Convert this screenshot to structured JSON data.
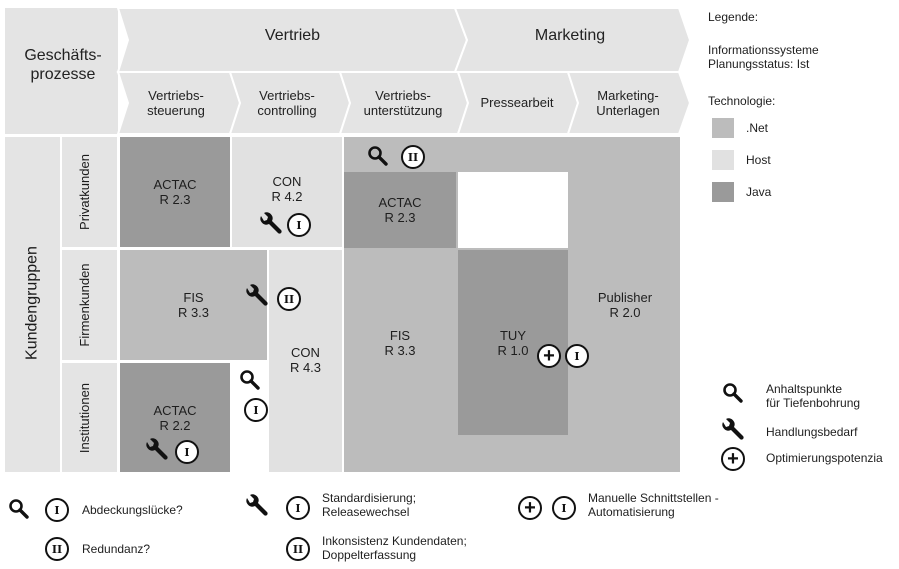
{
  "header": {
    "corner": "Geschäfts-\nprozesse",
    "group_vertrieb": "Vertrieb",
    "group_marketing": "Marketing",
    "processes": [
      "Vertriebs-\nsteuerung",
      "Vertriebs-\ncontrolling",
      "Vertriebs-\nunterstützung",
      "Pressearbeit",
      "Marketing-\nUnterlagen"
    ]
  },
  "rows": {
    "group": "Kundengruppen",
    "labels": [
      "Privatkunden",
      "Firmenkunden",
      "Institutionen"
    ]
  },
  "cells": {
    "actac_23_a": "ACTAC\nR 2.3",
    "con_42": "CON\nR 4.2",
    "actac_23_b": "ACTAC\nR 2.3",
    "fis_33_a": "FIS\nR 3.3",
    "con_43": "CON\nR 4.3",
    "fis_33_b": "FIS\nR 3.3",
    "tuy_10": "TUY\nR 1.0",
    "publisher_20": "Publisher\nR 2.0",
    "actac_22": "ACTAC\nR 2.2"
  },
  "markers": {
    "one": "I",
    "two": "II",
    "plus": "+"
  },
  "legend": {
    "title": "Legende:",
    "subtitle": "Informationssysteme\nPlanungsstatus: Ist",
    "technology_title": "Technologie:",
    "technologies": [
      ".Net",
      "Host",
      "Java"
    ],
    "colors": {
      "net": "#bcbcbc",
      "host": "#e1e1e1",
      "java": "#9a9a9a"
    },
    "icons": [
      {
        "icon": "magnifier-icon",
        "label": "Anhaltspunkte\nfür Tiefenbohrung"
      },
      {
        "icon": "wrench-icon",
        "label": "Handlungsbedarf"
      },
      {
        "icon": "plus-circle-icon",
        "label": "Optimierungspotenzia"
      }
    ]
  },
  "bottom_legend": {
    "search_one": "Abdeckungslücke?",
    "search_two": "Redundanz?",
    "wrench_one": "Standardisierung;\nReleasewechsel",
    "wrench_two": "Inkonsistenz Kundendaten;\nDoppelterfassung",
    "plus_one": "Manuelle Schnittstellen -\nAutomatisierung"
  }
}
